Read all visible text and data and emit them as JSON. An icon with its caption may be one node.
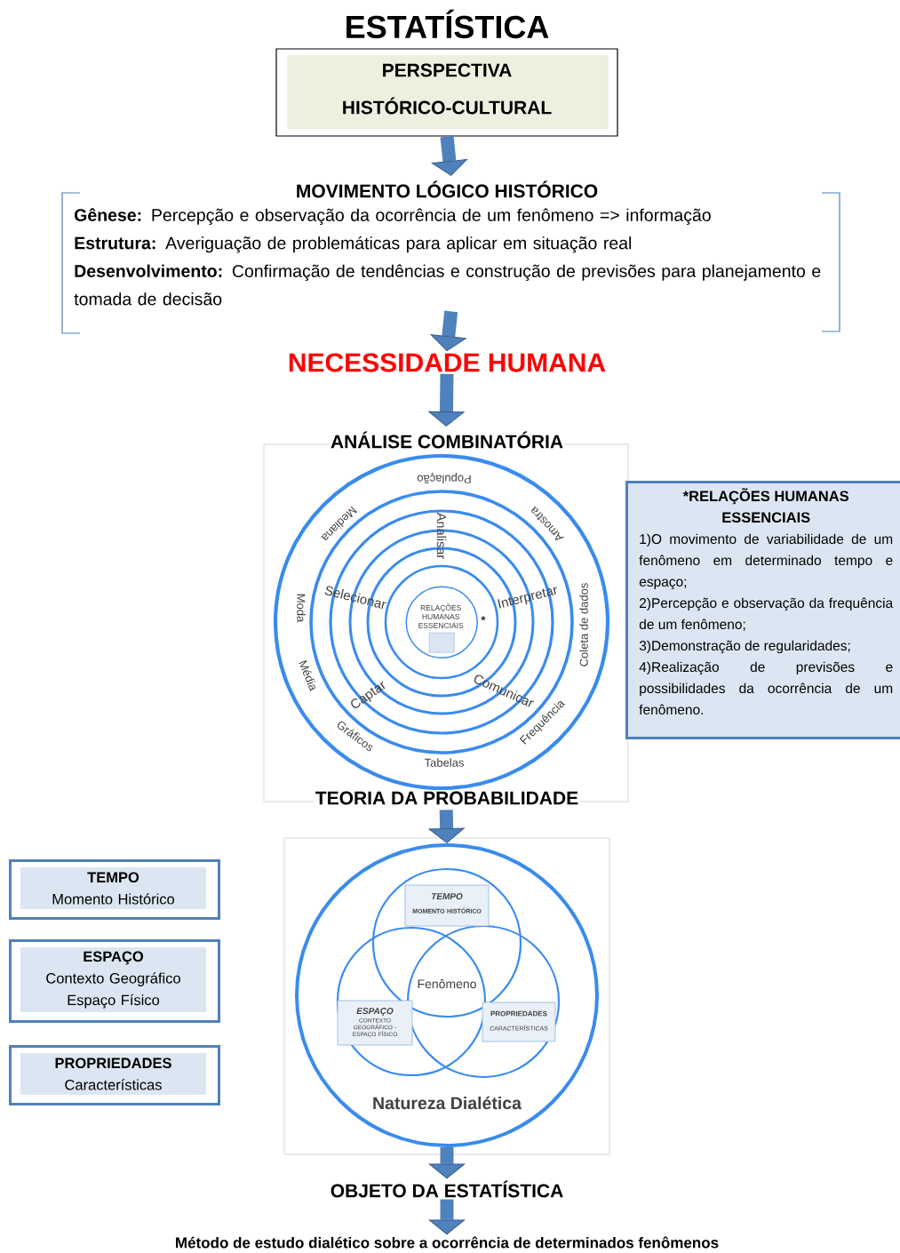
{
  "diagram": {
    "title": "ESTATÍSTICA",
    "nodes": [
      {
        "text": [
          "PERSPECTIVA HISTÓRICO-CULTURAL"
        ]
      },
      {
        "text": [
          "MOVIMENTO LÓGICO HISTÓRICO",
          "**Gênese:** Percepção e observação da ocorrência de um fenômeno => informação",
          "**Estrutura:** Averiguação de problemáticas para aplicar em situação real",
          "**Desenvolvimento:** Confirmação de tendências e construção de previsões para planejamento e tomada de decisão"
        ]
      },
      {
        "text": [
          "NECESSIDADE HUMANA"
        ]
      },
      {
        "text": [
          "ANÁLISE COMBINATÓRIA",
          "TEORIA DA PROBABILIDADE"
        ]
      },
      {
        "text": [
          "RELAÇÕES HUMANAS ESSENCIAIS"
        ],
        "beside": [
          "*"
        ],
        "in": 3
      },
      {
        "text": [
          "*RELAÇÕES HUMANAS ESSENCIAIS",
          "1)O movimento de variabilidade de um fenômeno em determinado tempo e espaço;",
          "2)Percepção e observação da frequência de um fenômeno;",
          "3)Demonstração de regularidades;",
          "4)Realização de previsões e possibilidades da ocorrência de um fenômeno."
        ]
      },
      {
        "text": [
          "Natureza Dialética"
        ]
      },
      {
        "text": [
          "TEMPO",
          "MOMENTO HISTÓRICO"
        ],
        "in": 6
      },
      {
        "text": [
          "ESPAÇO",
          "CONTEXTO GEOGRÁFICO - ESPAÇO FÍSICO"
        ],
        "in": 6
      },
      {
        "text": [
          "PROPRIEDADES",
          "CARACTERÍSTICAS"
        ],
        "in": 6
      },
      {
        "text": [
          "TEMPO",
          "Momento Histórico"
        ]
      },
      {
        "text": [
          "ESPAÇO",
          "Contexto Geográfico Espaço Físico"
        ]
      },
      {
        "text": [
          "PROPRIEDADES",
          "Características"
        ]
      },
      {
        "text": [
          "OBJETO DA ESTATÍSTICA"
        ]
      },
      {
        "text": [
          "Método de estudo dialético sobre a ocorrência de determinados fenômenos"
        ]
      }
    ],
    "edges": [
      {
        "from": 0,
        "to": 1,
        "arrow": "to"
      },
      {
        "from": 1,
        "to": 2,
        "arrow": "to"
      },
      {
        "from": 2,
        "to": 3,
        "arrow": "to"
      },
      {
        "from": 3,
        "to": 6,
        "arrow": "to"
      },
      {
        "from": 6,
        "to": 13,
        "arrow": "to"
      },
      {
        "from": 13,
        "to": 14,
        "arrow": "to"
      }
    ],
    "labels": [
      "População",
      "Mediana",
      "Amostra",
      "Analisar",
      "Moda",
      "Selecionar",
      "Interpretar",
      "Coleta de dados",
      "Média",
      "Captar",
      "Comunicar",
      "Gráficos",
      "Frequência",
      "Tabelas",
      "Fenômeno"
    ]
  }
}
